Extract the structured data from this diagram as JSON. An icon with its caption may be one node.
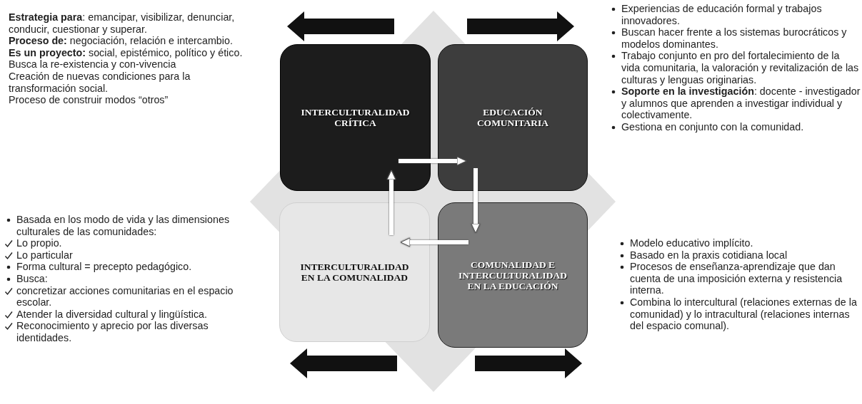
{
  "diagram": {
    "nodes": [
      {
        "text": [
          "INTERCULTURALIDAD CRÍTICA"
        ]
      },
      {
        "text": [
          "EDUCACIÓN COMUNITARIA"
        ]
      },
      {
        "text": [
          "INTERCULTURALIDAD EN LA COMUNALIDAD"
        ]
      },
      {
        "text": [
          "COMUNALIDAD E INTERCULTURALIDAD EN LA EDUCACIÓN"
        ]
      }
    ],
    "edges": [
      {
        "from": 0,
        "to": 1,
        "arrow": "to"
      },
      {
        "from": 1,
        "to": 3,
        "arrow": "to"
      },
      {
        "from": 3,
        "to": 2,
        "arrow": "to"
      },
      {
        "from": 2,
        "to": 0,
        "arrow": "to"
      }
    ],
    "labels": [
      "**Estrategia para**: emancipar, visibilizar, denunciar, conducir, cuestionar y superar.",
      "**Proceso de:** negociación, relación e intercambio.",
      "**Es un proyecto:** social, epistémico, político y ético.",
      "Busca la re-existencia y con-vivencia",
      "Creación de nuevas condiciones para la transformación social.",
      "Proceso de construir modos “otros”",
      "Experiencias de educación formal y trabajos innovadores.",
      "Buscan hacer frente a los sistemas burocráticos y modelos dominantes.",
      "Trabajo conjunto en pro del fortalecimiento de la vida comunitaria, la valoración y revitalización de las culturas y lenguas originarias.",
      "**Soporte en la investigación**: docente - investigador y alumnos que aprenden a investigar individual y colectivamente.",
      "Gestiona en conjunto con la comunidad.",
      "Basada en los modo de vida y las dimensiones culturales de las comunidades:",
      "Lo propio.",
      "Lo particular",
      "Forma cultural = precepto pedagógico.",
      "Busca:",
      "concretizar acciones comunitarias en el espacio escolar.",
      "Atender la diversidad cultural y lingüística.",
      "Reconocimiento y aprecio por las diversas identidades.",
      "Modelo educativo implícito.",
      "Basado en la praxis cotidiana local",
      "Procesos de enseñanza-aprendizaje que dan cuenta de una imposición externa y resistencia interna.",
      "Combina lo intercultural (relaciones externas de la comunidad) y lo intracultural (relaciones internas del espacio comunal)."
    ]
  }
}
